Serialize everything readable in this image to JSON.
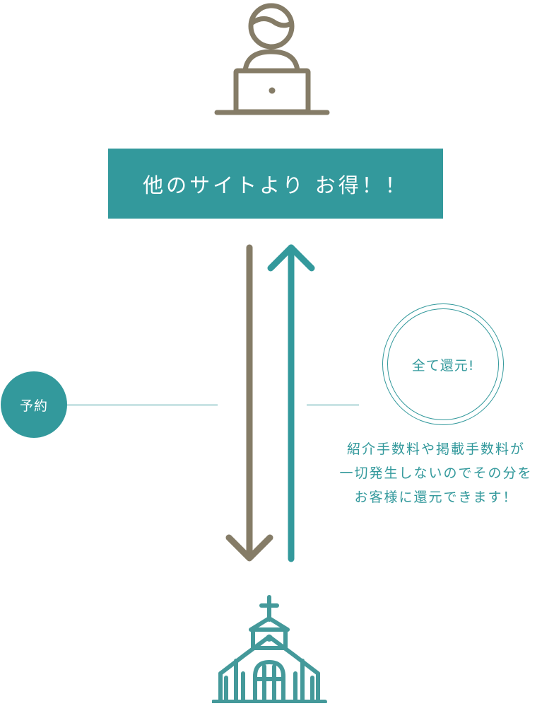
{
  "colors": {
    "teal": "#33999c",
    "taupe": "#857c67",
    "white": "#ffffff"
  },
  "icons": {
    "user": "user-laptop-icon",
    "church": "church-icon",
    "down_arrow": "arrow-down-icon",
    "up_arrow": "arrow-up-icon"
  },
  "banner": {
    "text": "他のサイトより お得！！"
  },
  "reserve": {
    "label": "予約"
  },
  "refund": {
    "label": "全て還元!"
  },
  "note": {
    "lines": [
      "紹介手数料や掲載手数料が",
      "一切発生しないのでその分を",
      "お客様に還元できます！"
    ]
  }
}
